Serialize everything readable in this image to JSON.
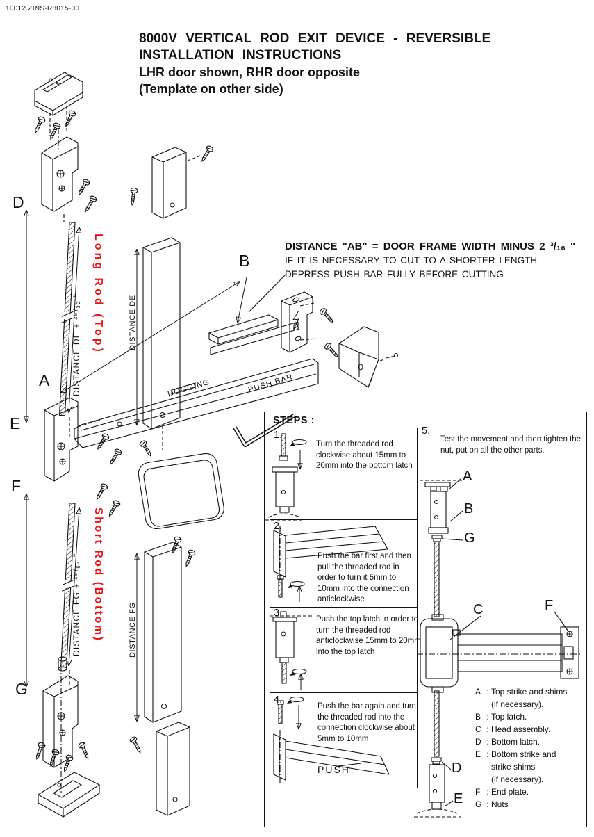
{
  "doc": {
    "part_number": "10012 ZINS-R8015-00",
    "title_lines": [
      "8000V  VERTICAL  ROD  EXIT  DEVICE - REVERSIBLE",
      "INSTALLATION  INSTRUCTIONS",
      "LHR door shown, RHR door opposite",
      "(Template on other side)"
    ]
  },
  "note": {
    "lines": [
      "DISTANCE \"AB\" = DOOR FRAME WIDTH MINUS 2 ³/₁₆ \"",
      "IF IT IS NECESSARY TO CUT TO A SHORTER LENGTH",
      "DEPRESS PUSH BAR FULLY BEFORE CUTTING"
    ]
  },
  "diagram": {
    "point_labels": {
      "A": "A",
      "B": "B",
      "D": "D",
      "E": "E",
      "F": "F",
      "G": "G"
    },
    "long_rod_dim": "DISTANCE  DE + ²⁵/₃₂ \"",
    "long_rod_label": "Long Rod (Top)",
    "distance_de": "DISTANCE  DE",
    "short_rod_dim": "DISTANCE  FG + ²⁵/₆₄ \"",
    "short_rod_label": "Short Rod (Bottom)",
    "distance_fg": "DISTANCE  FG",
    "dogging_label": "DOGGING",
    "push_bar_label": "PUSH BAR",
    "accent_red": "#ee1111"
  },
  "steps_panel": {
    "heading": "STEPS :",
    "steps": [
      {
        "num": "1.",
        "text": "Turn the threaded rod clockwise about 15mm to 20mm into the bottom latch"
      },
      {
        "num": "2.",
        "text": "Push the bar first and then pull the threaded rod in order to turn it 5mm to 10mm into the connection anticlockwise"
      },
      {
        "num": "3.",
        "text": "Push the top latch in order to turn the threaded rod anticlockwise 15mm to 20mm into the top latch"
      },
      {
        "num": "4.",
        "text": "Push the bar again and turn the threaded rod into the connection clockwise about 5mm to 10mm",
        "push_label": "PUSH"
      },
      {
        "num": "5.",
        "text": "Test the movement,and then tighten the nut, put on all the other parts."
      }
    ],
    "assembly_labels": {
      "A": "A",
      "B": "B",
      "C": "C",
      "D": "D",
      "E": "E",
      "F": "F",
      "G": "G"
    },
    "parts_list": [
      {
        "key": "A",
        "sep": ":",
        "lines": [
          "Top strike and shims",
          "(if necessary)."
        ]
      },
      {
        "key": "B",
        "sep": ":",
        "lines": [
          "Top latch."
        ]
      },
      {
        "key": "C",
        "sep": ":",
        "lines": [
          "Head assembly."
        ]
      },
      {
        "key": "D",
        "sep": ":",
        "lines": [
          "Bottom latch."
        ]
      },
      {
        "key": "E",
        "sep": ":",
        "lines": [
          "Bottom strike and",
          "strike shims",
          "(if necessary)."
        ]
      },
      {
        "key": "F",
        "sep": ":",
        "lines": [
          "End plate."
        ]
      },
      {
        "key": "G",
        "sep": ":",
        "lines": [
          "Nuts"
        ]
      }
    ]
  }
}
